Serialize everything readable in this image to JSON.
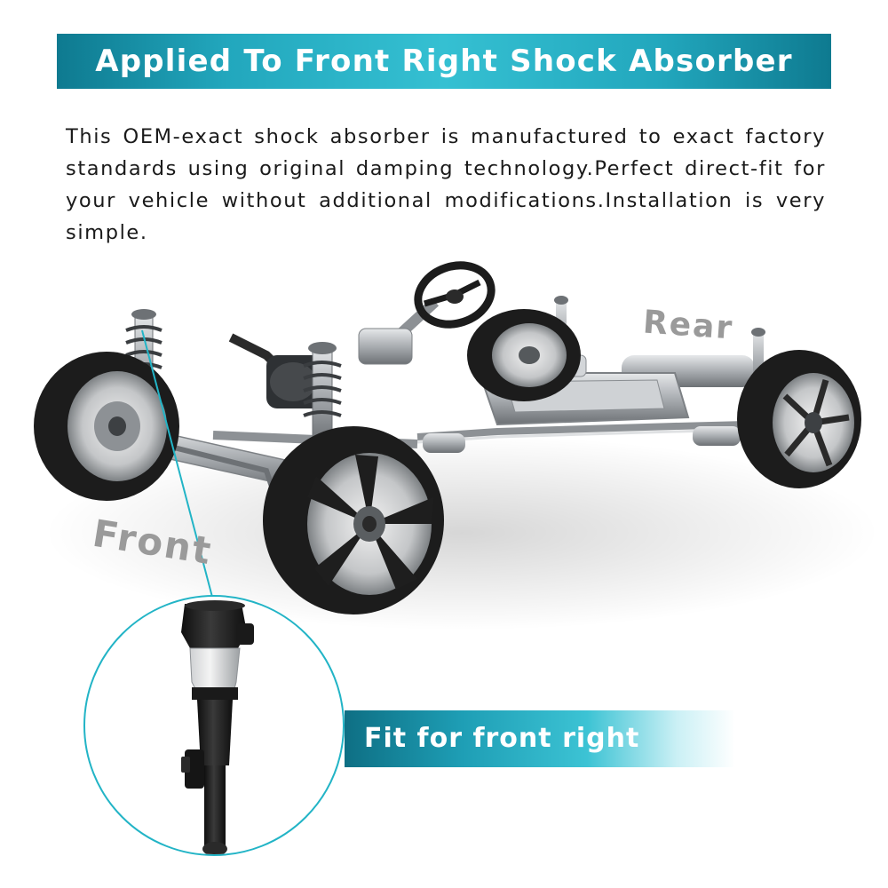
{
  "header": {
    "title": "Applied To Front Right Shock Absorber"
  },
  "description": "This OEM-exact shock absorber is manufactured to exact factory standards using original damping technology.Perfect direct-fit for your vehicle without additional modifications.Installation is very simple.",
  "labels": {
    "rear": "Rear",
    "front": "Front"
  },
  "callout": {
    "fit_text": "Fit for front right"
  },
  "colors": {
    "accent": "#22a7bd",
    "accent_dark": "#0e7a90",
    "label_gray": "#9a9a9a",
    "tire": "#1c1c1c",
    "metal": "#b8bcc0"
  }
}
